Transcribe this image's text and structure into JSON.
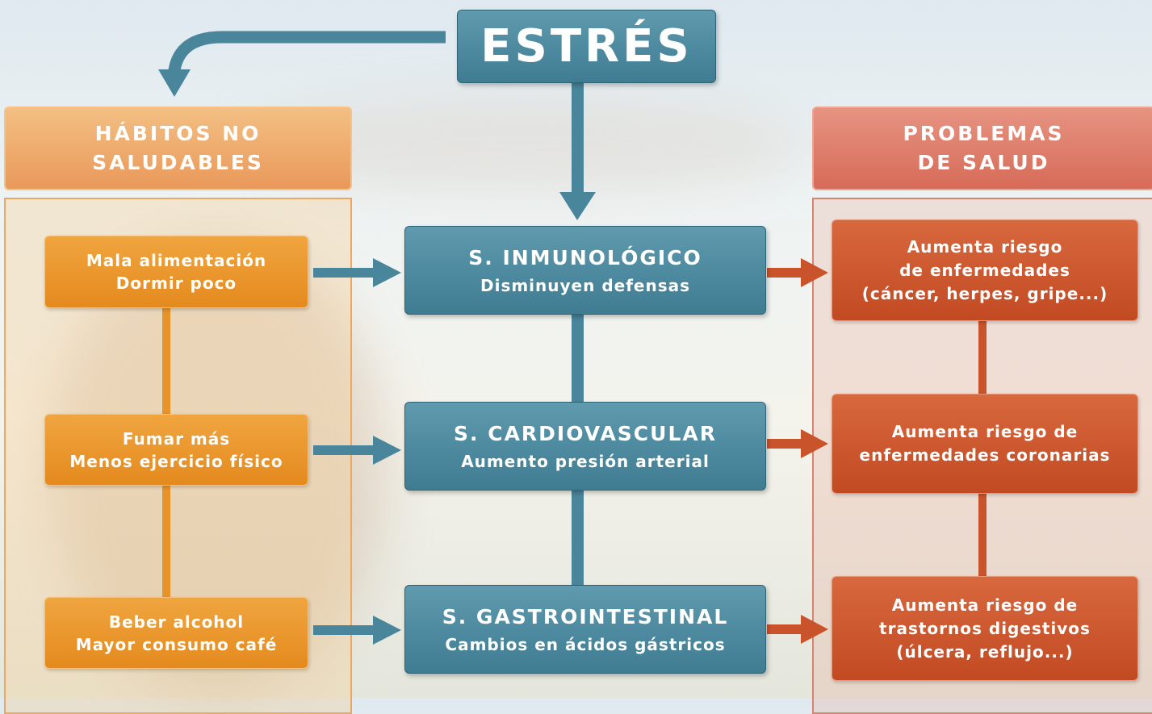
{
  "title": "ESTRÉS",
  "left_header": {
    "line1": "HÁBITOS NO",
    "line2": "SALUDABLES"
  },
  "right_header": {
    "line1": "PROBLEMAS",
    "line2": "DE SALUD"
  },
  "habits": [
    {
      "line1": "Mala alimentación",
      "line2": "Dormir poco"
    },
    {
      "line1": "Fumar más",
      "line2": "Menos ejercicio físico"
    },
    {
      "line1": "Beber alcohol",
      "line2": "Mayor consumo café"
    }
  ],
  "systems": [
    {
      "name": "S. INMUNOLÓGICO",
      "effect": "Disminuyen defensas"
    },
    {
      "name": "S. CARDIOVASCULAR",
      "effect": "Aumento presión arterial"
    },
    {
      "name": "S. GASTROINTESTINAL",
      "effect": "Cambios en ácidos gástricos"
    }
  ],
  "problems": [
    {
      "line1": "Aumenta riesgo",
      "line2": "de enfermedades",
      "line3": "(cáncer, herpes, gripe...)"
    },
    {
      "line1": "Aumenta riesgo de",
      "line2": "enfermedades coronarias"
    },
    {
      "line1": "Aumenta riesgo de",
      "line2": "trastornos digestivos",
      "line3": "(úlcera, reflujo...)"
    }
  ],
  "colors": {
    "teal": "#4a869b",
    "orange": "#e8922a",
    "red": "#c9532b",
    "orange_header": "#eea760",
    "red_header": "#d8735f"
  }
}
